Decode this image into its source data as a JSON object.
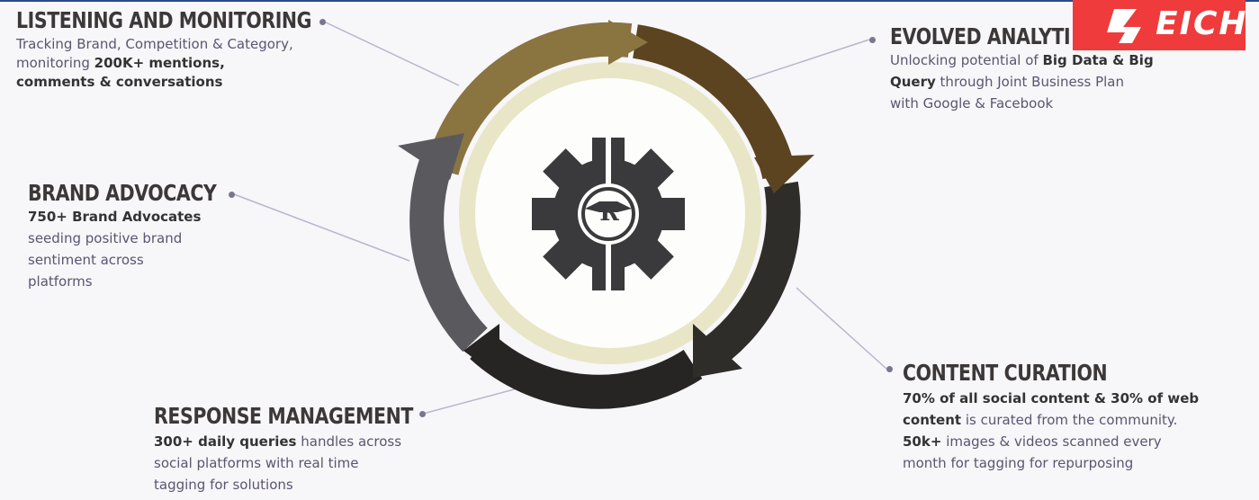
{
  "listening": {
    "title": "LISTENING AND MONITORING",
    "line1": "Tracking Brand, Competition & Category,",
    "line2a": "monitoring ",
    "line2b": "200K+ mentions,",
    "line3": "comments & conversations"
  },
  "analytics": {
    "title": "EVOLVED ANALYTI",
    "line1a": "Unlocking potential of ",
    "line1b": "Big Data & Big",
    "line2a": "Query",
    "line2b": " through Joint Business Plan",
    "line3": "with Google & Facebook"
  },
  "advocacy": {
    "title": "BRAND ADVOCACY",
    "line1": "750+ Brand Advocates",
    "line2": "seeding positive brand",
    "line3": "sentiment across",
    "line4": "platforms"
  },
  "curation": {
    "title": "CONTENT CURATION",
    "line1": "70% of all social content & 30% of web",
    "line2a": "content",
    "line2b": " is curated from the community.",
    "line3a": "50k+",
    "line3b": " images & videos scanned every",
    "line4": "month for tagging for repurposing"
  },
  "response": {
    "title": "RESPONSE MANAGEMENT",
    "line1a": "300+ daily queries",
    "line1b": " handles across",
    "line2": "social platforms with real time",
    "line3": "tagging for solutions"
  },
  "logo": {
    "text": "EICH",
    "emblem_letter": "R"
  },
  "colors": {
    "ring_gold": "#8a7440",
    "ring_brown": "#5c4420",
    "ring_dark": "#2f2d2a",
    "ring_gray": "#5a5a5e",
    "inner": "#e8e6c6",
    "accent_red": "#ef3b3b"
  },
  "icons": [
    "gear-icon",
    "cycle-arrows",
    "brand-emblem-icon",
    "bullet-dot"
  ]
}
